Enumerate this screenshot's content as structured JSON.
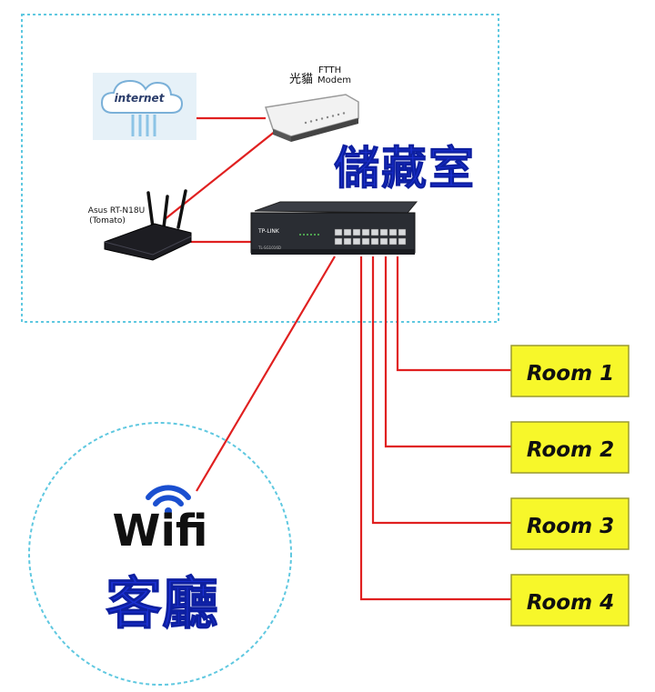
{
  "storage_room": {
    "label": "儲藏室",
    "color": "#1a2fd0"
  },
  "internet": {
    "label": "internet"
  },
  "modem": {
    "label_cn": "光貓",
    "label_line1": "FTTH",
    "label_line2": "Modem"
  },
  "router": {
    "label_line1": "Asus RT-N18U",
    "label_line2": "(Tomato)"
  },
  "switch": {
    "brand": "TP-LINK",
    "model": "TL-SG1016D"
  },
  "living_room": {
    "wifi_label": "Wifi",
    "label": "客廳",
    "color": "#1a2fd0"
  },
  "rooms": [
    {
      "label": "Room 1"
    },
    {
      "label": "Room 2"
    },
    {
      "label": "Room 3"
    },
    {
      "label": "Room 4"
    }
  ],
  "colors": {
    "cable": "#e02020",
    "dashed_border": "#5fc8e0",
    "room_box_fill": "#f7f72a",
    "room_box_border": "#9a9a30",
    "wifi_icon": "#1a4fd0"
  }
}
